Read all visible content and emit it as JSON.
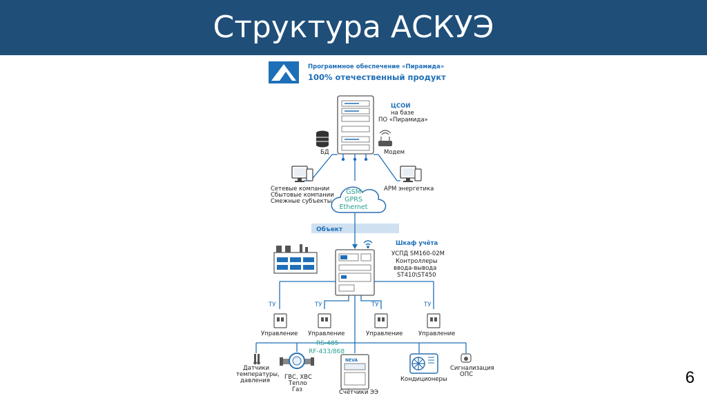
{
  "slide": {
    "title": "Структура АСКУЭ",
    "page_number": "6"
  },
  "banner": {
    "line1": "Программное обеспечение «Пирамида»",
    "line2": "100% отечественный продукт"
  },
  "server": {
    "label_lines": [
      "ЦСОИ",
      "на базе",
      "ПО «Пирамида»"
    ]
  },
  "db": {
    "label": "БД"
  },
  "modem": {
    "label": "Модем"
  },
  "left_pc": {
    "label_lines": [
      "Сетевые компании",
      "Сбытовые компании",
      "Смежные субъекты"
    ]
  },
  "right_pc": {
    "label": "АРМ энергетика"
  },
  "cloud": {
    "lines": [
      "GSM",
      "GPRS",
      "Ethernet"
    ]
  },
  "object_bar": {
    "label": "Объект"
  },
  "cabinet": {
    "label_lines": [
      "Шкаф учёта",
      "УСПД SM160-02M",
      "Контроллеры",
      "ввода-вывода",
      "ST410\\ST450"
    ]
  },
  "control_units": [
    {
      "tu": "ТУ",
      "label": "Управление"
    },
    {
      "tu": "ТУ",
      "label": "Управление"
    },
    {
      "tu": "ТУ",
      "label": "Управление"
    },
    {
      "tu": "ТУ",
      "label": "Управление"
    }
  ],
  "bus": {
    "line1": "RS-485",
    "line2": "RF-433/868"
  },
  "devices": {
    "sensors": [
      "Датчики",
      "температуры,",
      "давления"
    ],
    "flowmeter": [
      "ГВС, ХВС",
      "Тепло",
      "Газ"
    ],
    "meter": [
      "Счётчики ЭЭ"
    ],
    "meter_brand": "NEVA",
    "conditioners": [
      "Кондиционеры"
    ],
    "alarm": [
      "Сигнализация",
      "ОПС"
    ]
  },
  "colors": {
    "header": "#1f4e79",
    "accent_blue": "#1e6fb8",
    "accent_teal": "#24a08c",
    "bar": "#cfe1f1"
  }
}
